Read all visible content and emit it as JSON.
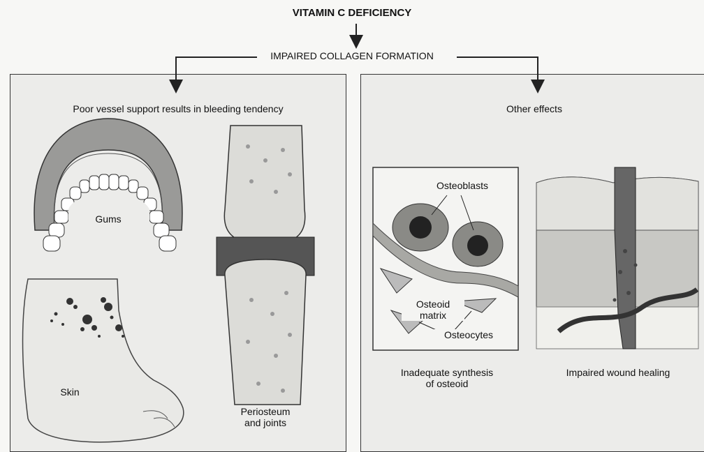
{
  "header": {
    "title": "VITAMIN C DEFICIENCY",
    "subtitle": "IMPAIRED COLLAGEN FORMATION"
  },
  "left_panel": {
    "heading": "Poor vessel support results in bleeding tendency",
    "gums_label": "Gums",
    "skin_label": "Skin",
    "joints_label_line1": "Periosteum",
    "joints_label_line2": "and joints"
  },
  "right_panel": {
    "heading": "Other effects",
    "osteoblasts_label": "Osteoblasts",
    "osteoid_label_line1": "Osteoid",
    "osteoid_label_line2": "matrix",
    "osteocytes_label": "Osteocytes",
    "bone_caption_line1": "Inadequate synthesis",
    "bone_caption_line2": "of osteoid",
    "wound_caption": "Impaired wound healing"
  }
}
